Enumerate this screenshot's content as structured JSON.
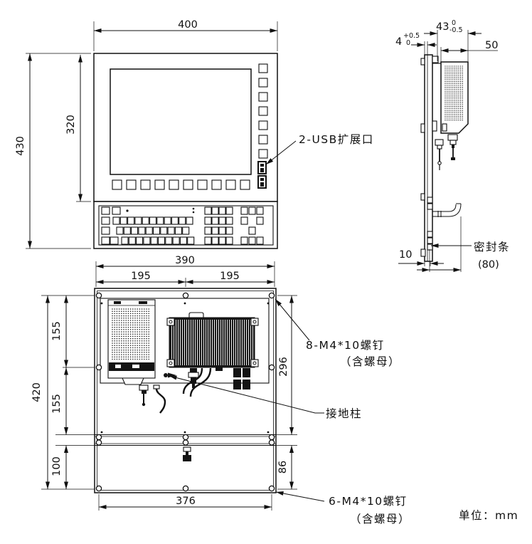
{
  "drawing": {
    "front": {
      "dim_width": "400",
      "dim_height": "430",
      "dim_screen": "320",
      "usb_label": "2-USB扩展口"
    },
    "side": {
      "dim_depth": "43",
      "tol_depth_upper": "0",
      "tol_depth_lower": "-0.5",
      "dim_panel": "4",
      "tol_panel_upper": "+0.5",
      "tol_panel_lower": "0",
      "dim_module": "50",
      "dim_bottom": "10",
      "dim_cable": "(80)",
      "seal_label": "密封条"
    },
    "rear": {
      "dim_width": "390",
      "dim_half_left": "195",
      "dim_half_right": "195",
      "dim_height": "420",
      "dim_seg_top": "155",
      "dim_seg_mid": "155",
      "dim_seg_bottom": "100",
      "dim_plate": "296",
      "dim_lower": "86",
      "dim_bottom_width": "376",
      "screws8_label": "8-M4*10螺钉",
      "screws8_note": "（含螺母）",
      "ground_label": "接地柱",
      "screws6_label": "6-M4*10螺钉",
      "screws6_note": "（含螺母）"
    },
    "units_label": "单位：mm"
  }
}
